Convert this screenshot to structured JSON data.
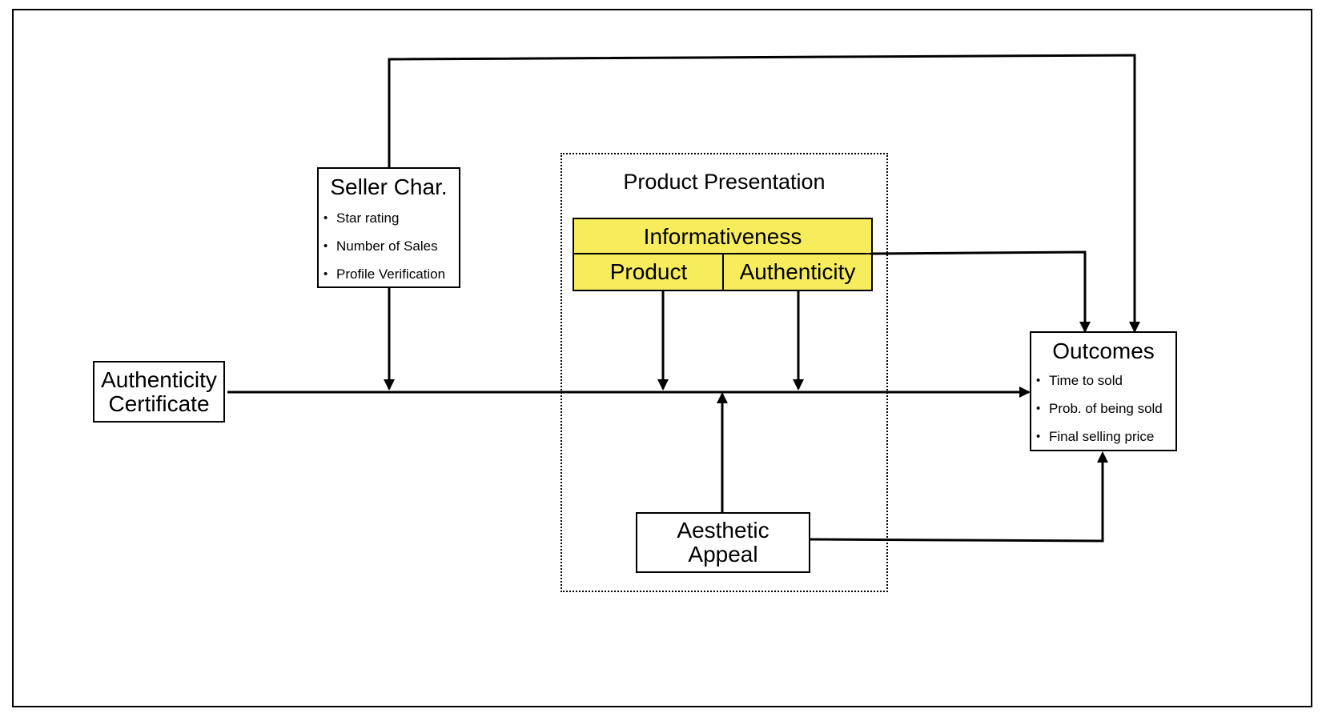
{
  "seller": {
    "title": "Seller Char.",
    "items": [
      "Star rating",
      "Number of Sales",
      "Profile Verification"
    ]
  },
  "certificate": {
    "line1": "Authenticity",
    "line2": "Certificate"
  },
  "product_presentation": {
    "title": "Product Presentation",
    "informativeness": "Informativeness",
    "product": "Product",
    "authenticity": "Authenticity"
  },
  "aesthetic": {
    "line1": "Aesthetic",
    "line2": "Appeal"
  },
  "outcomes": {
    "title": "Outcomes",
    "items": [
      "Time to sold",
      "Prob. of being sold",
      "Final selling price"
    ]
  },
  "colors": {
    "highlight": "#f7ec5c",
    "line": "#000000"
  }
}
